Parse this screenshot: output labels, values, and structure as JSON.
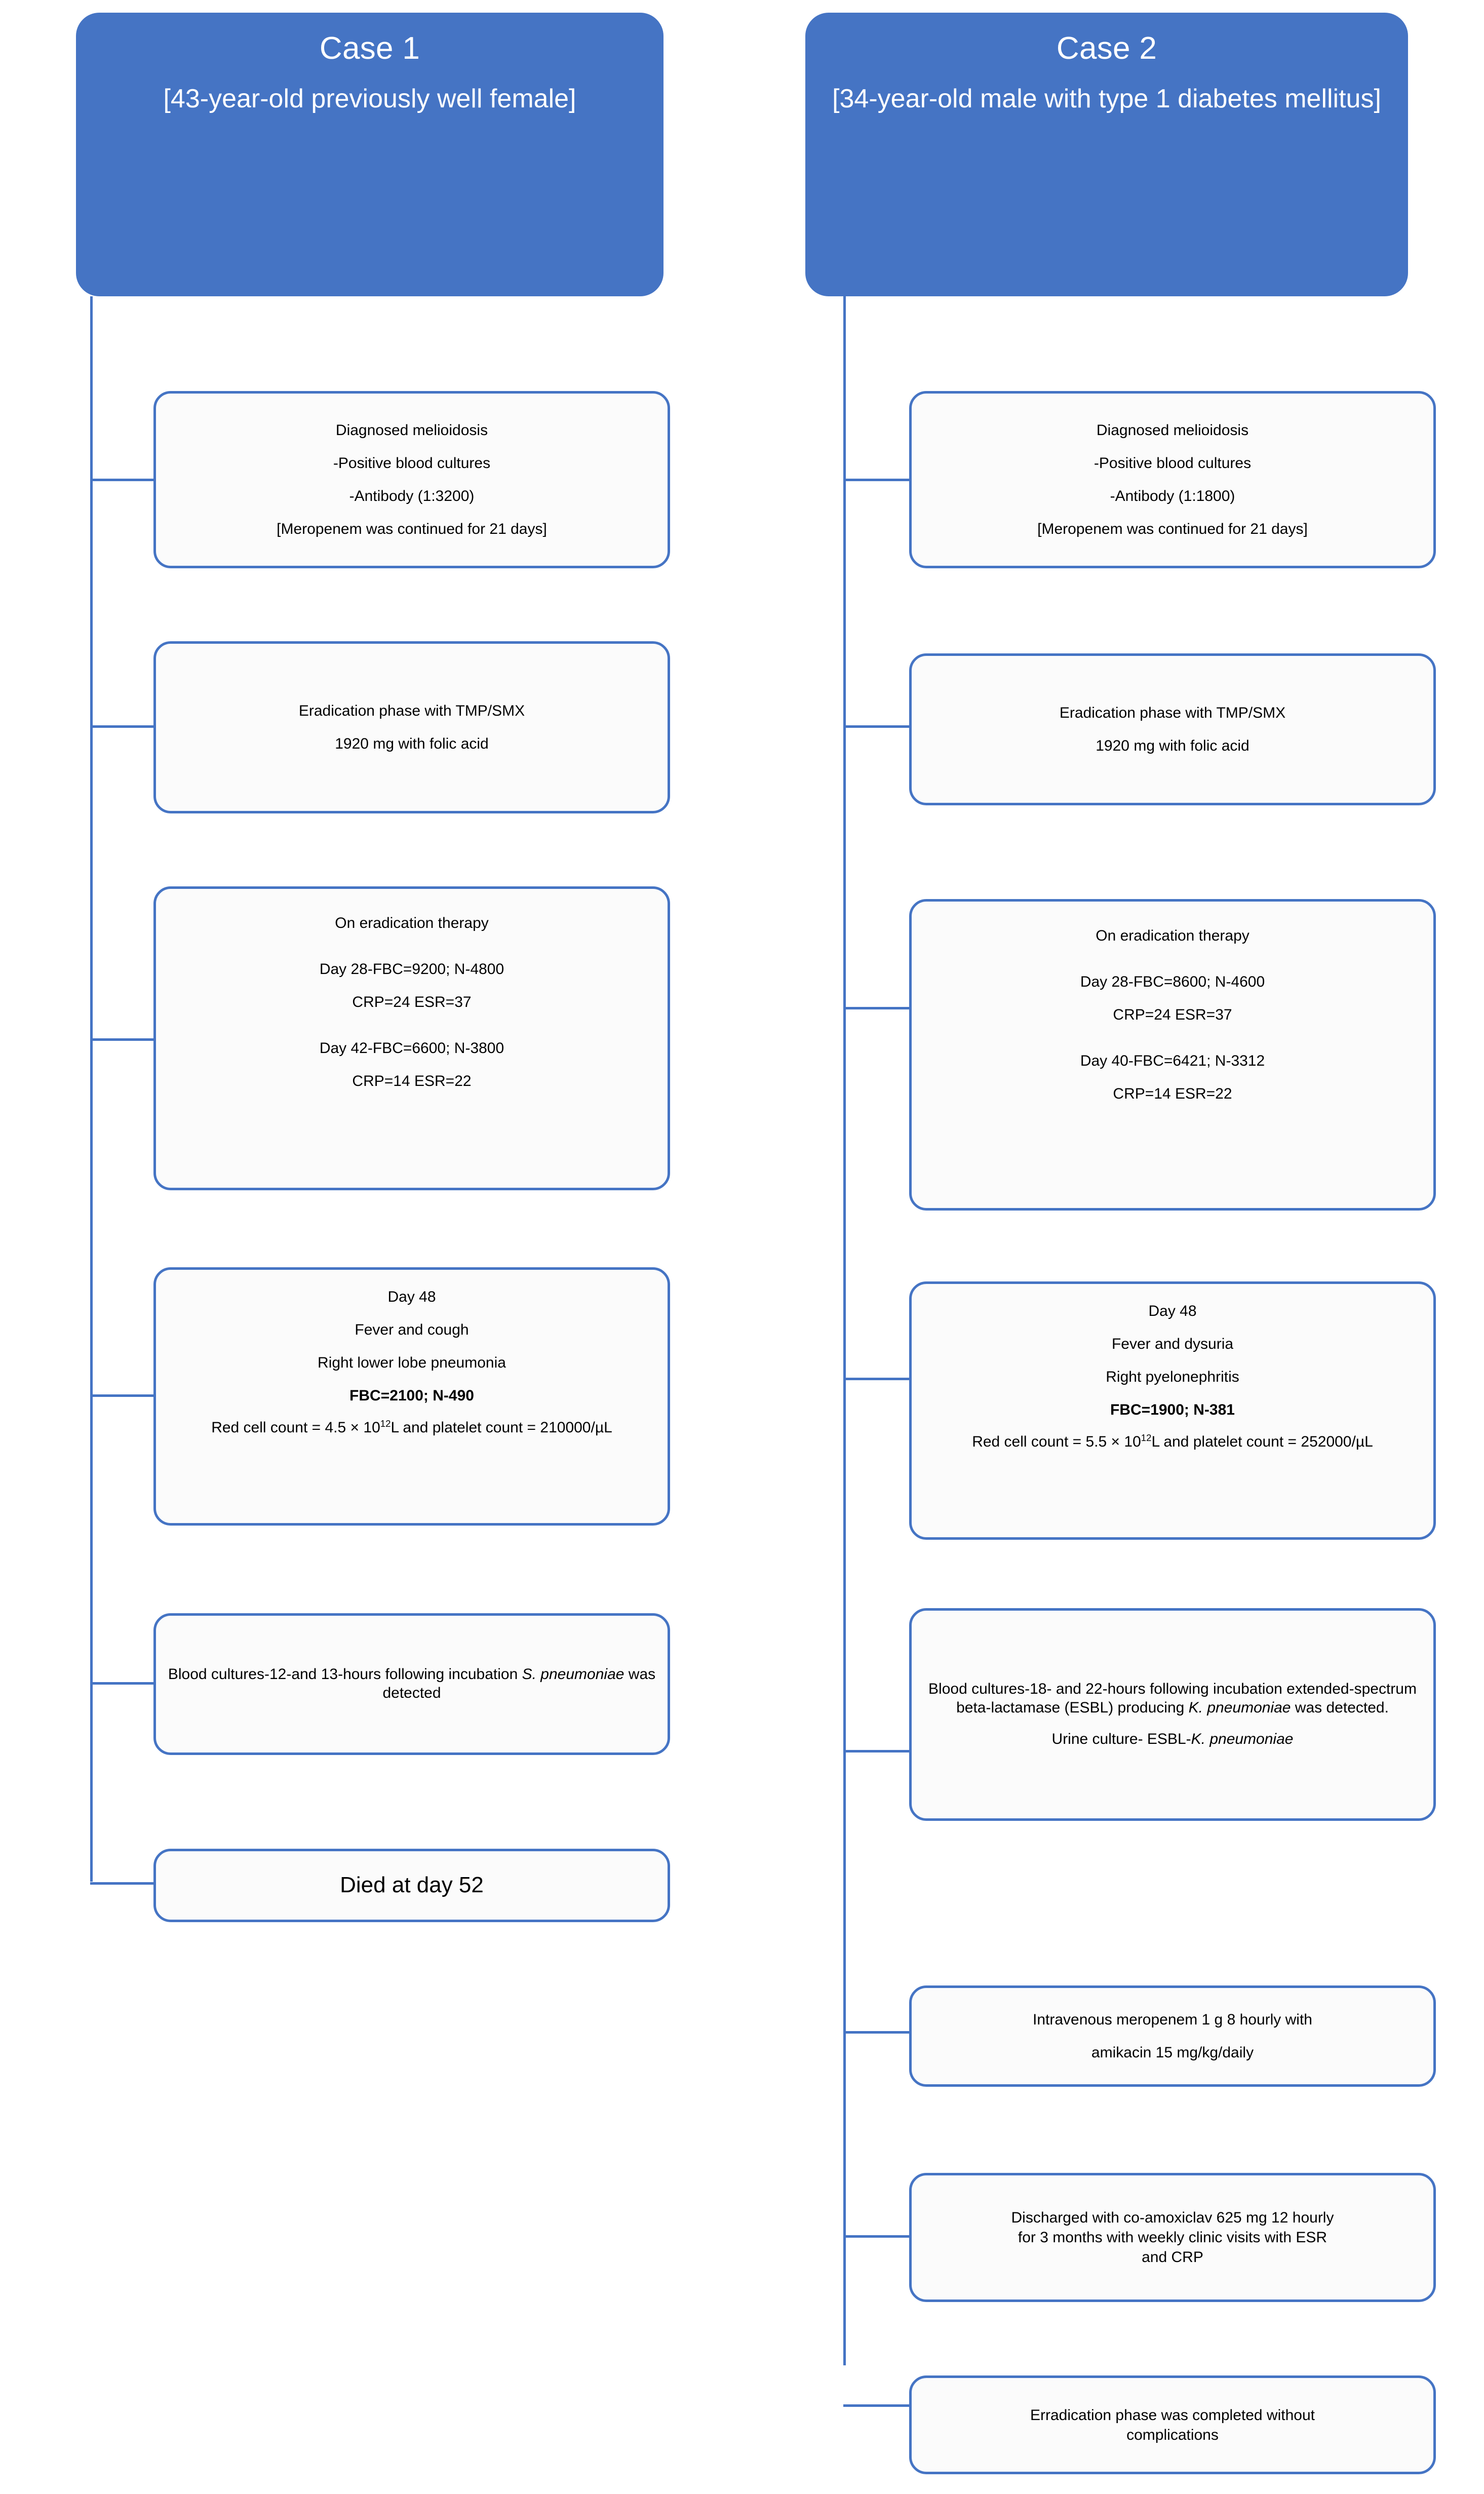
{
  "theme": {
    "accent": "#4574C4",
    "box_fill": "#FBFBFB",
    "header_text": "#FFFFFF",
    "body_text": "#000000",
    "page_background": "#FFFFFF"
  },
  "diagram": {
    "type": "flowchart",
    "orientation": "two-column-vertical-timeline",
    "columns": 2
  },
  "cases": [
    {
      "id": "case-1",
      "header": {
        "title": "Case 1",
        "subtitle": "[43-year-old previously well female]"
      },
      "steps": [
        {
          "id": "case1-step-1",
          "name": "diagnosis",
          "lines": [
            "Diagnosed melioidosis",
            "-Positive blood cultures",
            "-Antibody (1:3200)",
            "[Meropenem was continued for 21 days]"
          ]
        },
        {
          "id": "case1-step-2",
          "name": "eradication-phase",
          "lines": [
            "Eradication phase with TMP/SMX",
            "1920 mg with folic acid"
          ]
        },
        {
          "id": "case1-step-3",
          "name": "on-eradication-therapy",
          "lines": [
            "On eradication therapy",
            "Day 28-FBC=9200; N-4800",
            "CRP=24 ESR=37",
            "Day 42-FBC=6600; N-3800",
            "CRP=14 ESR=22"
          ]
        },
        {
          "id": "case1-step-4",
          "name": "day-48-deterioration",
          "lines": [
            "Day 48",
            "Fever and cough",
            "Right lower lobe pneumonia",
            "FBC=2100; N-490",
            "Red cell count = 4.5 × 10",
            "12",
            "L and platelet count = 210000/µL"
          ],
          "bold_line": "FBC=2100; N-490",
          "red_cell_count": "4.5 × 10^12 L",
          "platelet_count": "210000/µL"
        },
        {
          "id": "case1-step-5",
          "name": "blood-culture-result",
          "lines": [
            "Blood cultures-12-and 13-hours following",
            "incubation ",
            "S. pneumoniae",
            " was detected"
          ],
          "organism": "S. pneumoniae"
        },
        {
          "id": "case1-step-6",
          "name": "outcome",
          "lines": [
            "Died at day 52"
          ]
        }
      ]
    },
    {
      "id": "case-2",
      "header": {
        "title": "Case 2",
        "subtitle": "[34-year-old male with type 1 diabetes mellitus]"
      },
      "steps": [
        {
          "id": "case2-step-1",
          "name": "diagnosis",
          "lines": [
            "Diagnosed melioidosis",
            "-Positive blood cultures",
            "-Antibody (1:1800)",
            "[Meropenem was continued for 21 days]"
          ]
        },
        {
          "id": "case2-step-2",
          "name": "eradication-phase",
          "lines": [
            "Eradication phase with TMP/SMX",
            "1920 mg with folic acid"
          ]
        },
        {
          "id": "case2-step-3",
          "name": "on-eradication-therapy",
          "lines": [
            "On eradication therapy",
            "Day 28-FBC=8600; N-4600",
            "CRP=24 ESR=37",
            "Day 40-FBC=6421; N-3312",
            "CRP=14 ESR=22"
          ]
        },
        {
          "id": "case2-step-4",
          "name": "day-48-deterioration",
          "lines": [
            "Day 48",
            "Fever and dysuria",
            "Right pyelonephritis",
            "FBC=1900; N-381",
            "Red cell count = 5.5 × 10",
            "12",
            "L and platelet count = 252000/µL"
          ],
          "bold_line": "FBC=1900; N-381",
          "red_cell_count": "5.5 × 10^12 L",
          "platelet_count": "252000/µL"
        },
        {
          "id": "case2-step-5",
          "name": "blood-culture-result",
          "lines": [
            "Blood cultures-18- and 22-hours following",
            "incubation extended-spectrum beta-lactamase",
            "(ESBL) producing ",
            "K. pneumoniae",
            " was detected.",
            "Urine culture- ESBL-",
            "K. pneumoniae"
          ],
          "organism": "K. pneumoniae"
        },
        {
          "id": "case2-step-6",
          "name": "iv-antibiotics",
          "lines": [
            "Intravenous meropenem 1 g 8 hourly with",
            "amikacin 15 mg/kg/daily"
          ]
        },
        {
          "id": "case2-step-7",
          "name": "discharge-plan",
          "lines": [
            "Discharged with co-amoxiclav 625 mg 12 hourly",
            "for 3 months with weekly clinic visits with ESR",
            "and CRP"
          ]
        },
        {
          "id": "case2-step-8",
          "name": "outcome",
          "lines": [
            "Erradication phase was completed without",
            "complications"
          ]
        }
      ]
    }
  ],
  "text_fragments": {
    "case1": {
      "s1_l1": "Diagnosed melioidosis",
      "s1_l2": "-Positive blood cultures",
      "s1_l3": "-Antibody (1:3200)",
      "s1_l4": "[Meropenem was continued for 21 days]",
      "s2_l1": "Eradication phase with TMP/SMX",
      "s2_l2": "1920 mg with folic acid",
      "s3_l1": "On eradication therapy",
      "s3_l2": "Day 28-FBC=9200; N-4800",
      "s3_l3": "CRP=24 ESR=37",
      "s3_l4": "Day 42-FBC=6600; N-3800",
      "s3_l5": "CRP=14 ESR=22",
      "s4_l1": "Day 48",
      "s4_l2": "Fever and cough",
      "s4_l3": "Right lower lobe pneumonia",
      "s4_l4": "FBC=2100; N-490",
      "s4_l5a": "Red cell count = 4.5 × 10",
      "s4_l5sup": "12",
      "s4_l5b": "L and platelet count = 210000/µL",
      "s5_a": "Blood cultures-12-and 13-hours following incubation ",
      "s5_it": "S. pneumoniae",
      "s5_b": " was detected",
      "s6_l1": "Died at day 52"
    },
    "case2": {
      "s1_l1": "Diagnosed melioidosis",
      "s1_l2": "-Positive blood cultures",
      "s1_l3": "-Antibody (1:1800)",
      "s1_l4": "[Meropenem was continued for 21 days]",
      "s2_l1": "Eradication phase with TMP/SMX",
      "s2_l2": "1920 mg with folic acid",
      "s3_l1": "On eradication therapy",
      "s3_l2": "Day 28-FBC=8600; N-4600",
      "s3_l3": "CRP=24 ESR=37",
      "s3_l4": "Day 40-FBC=6421; N-3312",
      "s3_l5": "CRP=14 ESR=22",
      "s4_l1": "Day 48",
      "s4_l2": "Fever and dysuria",
      "s4_l3": "Right pyelonephritis",
      "s4_l4": "FBC=1900; N-381",
      "s4_l5a": "Red cell count = 5.5 × 10",
      "s4_l5sup": "12",
      "s4_l5b": "L and platelet count = 252000/µL",
      "s5_a": "Blood cultures-18- and 22-hours following incubation extended-spectrum beta-lactamase (ESBL) producing ",
      "s5_it": "K. pneumoniae",
      "s5_b": " was detected.",
      "s5_c": "Urine culture- ESBL-",
      "s5_it2": "K. pneumoniae",
      "s6_l1": "Intravenous meropenem 1 g 8 hourly with",
      "s6_l2": "amikacin 15 mg/kg/daily",
      "s7_l1": "Discharged with co-amoxiclav 625 mg 12 hourly",
      "s7_l2": "for 3 months with weekly clinic visits with ESR",
      "s7_l3": "and CRP",
      "s8_l1": "Erradication phase was completed without",
      "s8_l2": "complications"
    }
  }
}
